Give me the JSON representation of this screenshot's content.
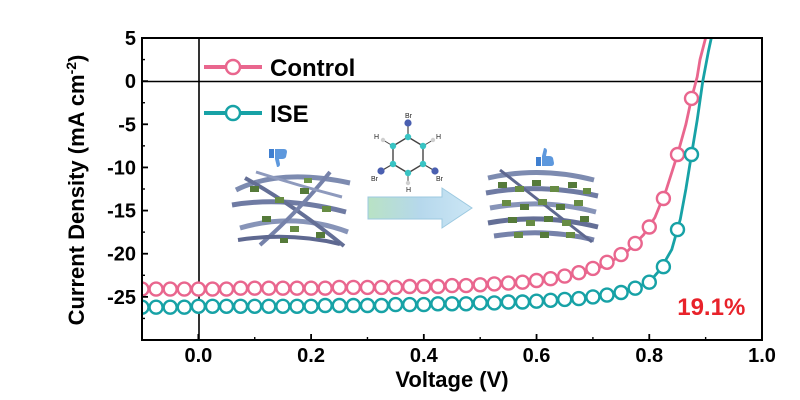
{
  "chart_data": {
    "type": "scatter",
    "xlabel": "Voltage (V)",
    "ylabel_main": "Current Density (mA cm",
    "ylabel_sup": "-2",
    "ylabel_close": ")",
    "xlim": [
      -0.1,
      1.0
    ],
    "ylim": [
      -30,
      5
    ],
    "xticks": [
      {
        "value": 0.0,
        "label": "0.0"
      },
      {
        "value": 0.2,
        "label": "0.2"
      },
      {
        "value": 0.4,
        "label": "0.4"
      },
      {
        "value": 0.6,
        "label": "0.6"
      },
      {
        "value": 0.8,
        "label": "0.8"
      },
      {
        "value": 1.0,
        "label": "1.0"
      }
    ],
    "yticks": [
      {
        "value": 5,
        "label": "5"
      },
      {
        "value": 0,
        "label": "0"
      },
      {
        "value": -5,
        "label": "-5"
      },
      {
        "value": -10,
        "label": "-10"
      },
      {
        "value": -15,
        "label": "-15"
      },
      {
        "value": -20,
        "label": "-20"
      },
      {
        "value": -25,
        "label": "-25"
      }
    ],
    "grid": false,
    "legend_position": "top-left",
    "annotation": {
      "text": "19.1%",
      "x": 0.91,
      "y": -26.2,
      "color": "#e8222a"
    },
    "molecule_atoms": [
      "Br",
      "Br",
      "Br",
      "H",
      "H",
      "H"
    ],
    "series": [
      {
        "name": "Control",
        "color": "#e9668e",
        "x": [
          -0.1,
          -0.075,
          -0.05,
          -0.025,
          0.0,
          0.025,
          0.05,
          0.075,
          0.1,
          0.125,
          0.15,
          0.175,
          0.2,
          0.225,
          0.25,
          0.275,
          0.3,
          0.325,
          0.35,
          0.375,
          0.4,
          0.425,
          0.45,
          0.475,
          0.5,
          0.525,
          0.55,
          0.575,
          0.6,
          0.625,
          0.65,
          0.675,
          0.7,
          0.725,
          0.75,
          0.775,
          0.8,
          0.825,
          0.85,
          0.875
        ],
        "y": [
          -24.1,
          -24.1,
          -24.1,
          -24.1,
          -24.1,
          -24.1,
          -24.1,
          -24.0,
          -24.0,
          -24.0,
          -24.0,
          -24.0,
          -24.0,
          -24.0,
          -23.9,
          -23.9,
          -23.9,
          -23.9,
          -23.9,
          -23.8,
          -23.8,
          -23.8,
          -23.7,
          -23.7,
          -23.6,
          -23.5,
          -23.4,
          -23.3,
          -23.1,
          -22.9,
          -22.6,
          -22.2,
          -21.7,
          -21.0,
          -20.1,
          -18.8,
          -16.9,
          -13.6,
          -8.5,
          -2.0
        ],
        "curve_x": [
          -0.1,
          0.0,
          0.2,
          0.4,
          0.55,
          0.62,
          0.68,
          0.72,
          0.76,
          0.79,
          0.81,
          0.83,
          0.85,
          0.865,
          0.875,
          0.885,
          0.89,
          0.9
        ],
        "curve_y": [
          -24.1,
          -24.1,
          -24.0,
          -23.8,
          -23.4,
          -23.0,
          -22.4,
          -21.4,
          -19.8,
          -17.8,
          -15.8,
          -12.6,
          -8.5,
          -5.0,
          -2.0,
          0.5,
          2.5,
          5.0
        ]
      },
      {
        "name": "ISE",
        "color": "#17a2a6",
        "x": [
          -0.1,
          -0.075,
          -0.05,
          -0.025,
          0.0,
          0.025,
          0.05,
          0.075,
          0.1,
          0.125,
          0.15,
          0.175,
          0.2,
          0.225,
          0.25,
          0.275,
          0.3,
          0.325,
          0.35,
          0.375,
          0.4,
          0.425,
          0.45,
          0.475,
          0.5,
          0.525,
          0.55,
          0.575,
          0.6,
          0.625,
          0.65,
          0.675,
          0.7,
          0.725,
          0.75,
          0.775,
          0.8,
          0.825,
          0.85,
          0.875
        ],
        "y": [
          -26.2,
          -26.2,
          -26.2,
          -26.2,
          -26.1,
          -26.1,
          -26.1,
          -26.1,
          -26.1,
          -26.1,
          -26.1,
          -26.1,
          -26.1,
          -26.0,
          -26.0,
          -26.0,
          -26.0,
          -26.0,
          -25.9,
          -25.9,
          -25.9,
          -25.8,
          -25.8,
          -25.8,
          -25.7,
          -25.7,
          -25.6,
          -25.6,
          -25.5,
          -25.4,
          -25.3,
          -25.2,
          -25.0,
          -24.8,
          -24.5,
          -24.0,
          -23.3,
          -21.5,
          -17.2,
          -8.5
        ],
        "curve_x": [
          -0.1,
          0.0,
          0.2,
          0.4,
          0.55,
          0.65,
          0.7,
          0.74,
          0.78,
          0.8,
          0.82,
          0.84,
          0.855,
          0.865,
          0.875,
          0.885,
          0.895,
          0.905,
          0.91
        ],
        "curve_y": [
          -26.2,
          -26.1,
          -26.1,
          -25.9,
          -25.6,
          -25.3,
          -25.0,
          -24.6,
          -23.8,
          -23.3,
          -21.8,
          -19.5,
          -16.0,
          -12.5,
          -8.5,
          -4.5,
          0.0,
          3.5,
          5.0
        ]
      }
    ]
  }
}
